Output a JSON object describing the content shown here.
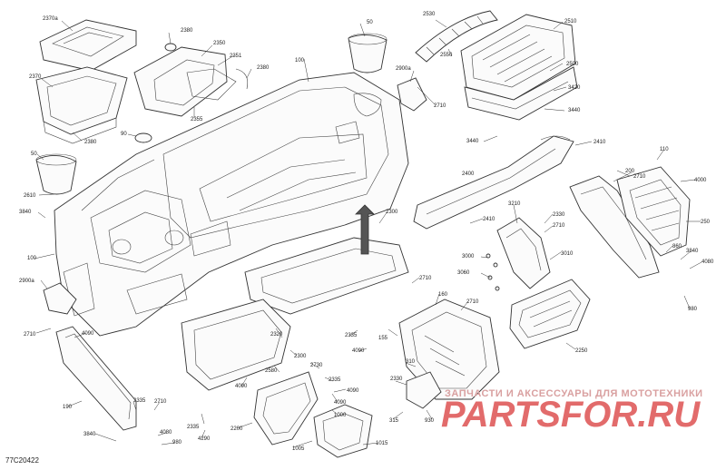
{
  "diagram_id": "77C20422",
  "callouts": {
    "c2370a": "2370a",
    "c2370": "2370",
    "c2380a": "2380",
    "c2380b": "2380",
    "c2350": "2350",
    "c2351": "2351",
    "c2380c": "2380",
    "c2355": "2355",
    "c50a": "50",
    "c100a": "100",
    "c2900a_top": "2900a",
    "c2710a": "2710",
    "c2530": "2530",
    "c2550": "2550",
    "c2510": "2510",
    "c2500": "2500",
    "c3420": "3420",
    "c3440a": "3440",
    "c3440b": "3440",
    "c90": "90",
    "c50b": "50",
    "c2610": "2610",
    "c3840a": "3840",
    "c100b": "100",
    "c2410a": "2410",
    "c2710b": "2710",
    "c2400": "2400",
    "c110": "110",
    "c200": "200",
    "c4000": "4000",
    "c3210": "3210",
    "c2330": "2330",
    "c2710c": "2710",
    "c250": "250",
    "c2410b": "2410",
    "c860": "860",
    "c3840b": "3840",
    "c4080a": "4080",
    "c3000": "3000",
    "c3010": "3010",
    "c3060": "3060",
    "c2300a": "2300",
    "c2710d": "2710",
    "c2900a_left": "2900a",
    "c2710e": "2710",
    "c4090a": "4090",
    "c980": "980",
    "c160": "160",
    "c2710f": "2710",
    "c2250": "2250",
    "c2320": "2320",
    "c2335a": "2335",
    "c4090b": "4090",
    "c155": "155",
    "c2300b": "2300",
    "c2580": "2580",
    "c2730": "2730",
    "c2335b": "2335",
    "c4090c": "4090",
    "c310": "310",
    "c2330b": "2330",
    "c190": "190",
    "c2335c": "2335",
    "c2710g": "2710",
    "c4090d": "4090",
    "c2335d": "2335",
    "c3840c": "3840",
    "c4080b": "4080",
    "c980b": "980",
    "c4290": "4290",
    "c2200": "2200",
    "c4090e": "4090",
    "c1000": "1000",
    "c315": "315",
    "c930": "930",
    "c1005": "1005",
    "c1015": "1015"
  },
  "watermark": {
    "tagline": "ЗАПЧАСТИ И АКСЕССУАРЫ ДЛЯ МОТОТЕХНИКИ",
    "logo": "PARTSFOR.RU"
  }
}
